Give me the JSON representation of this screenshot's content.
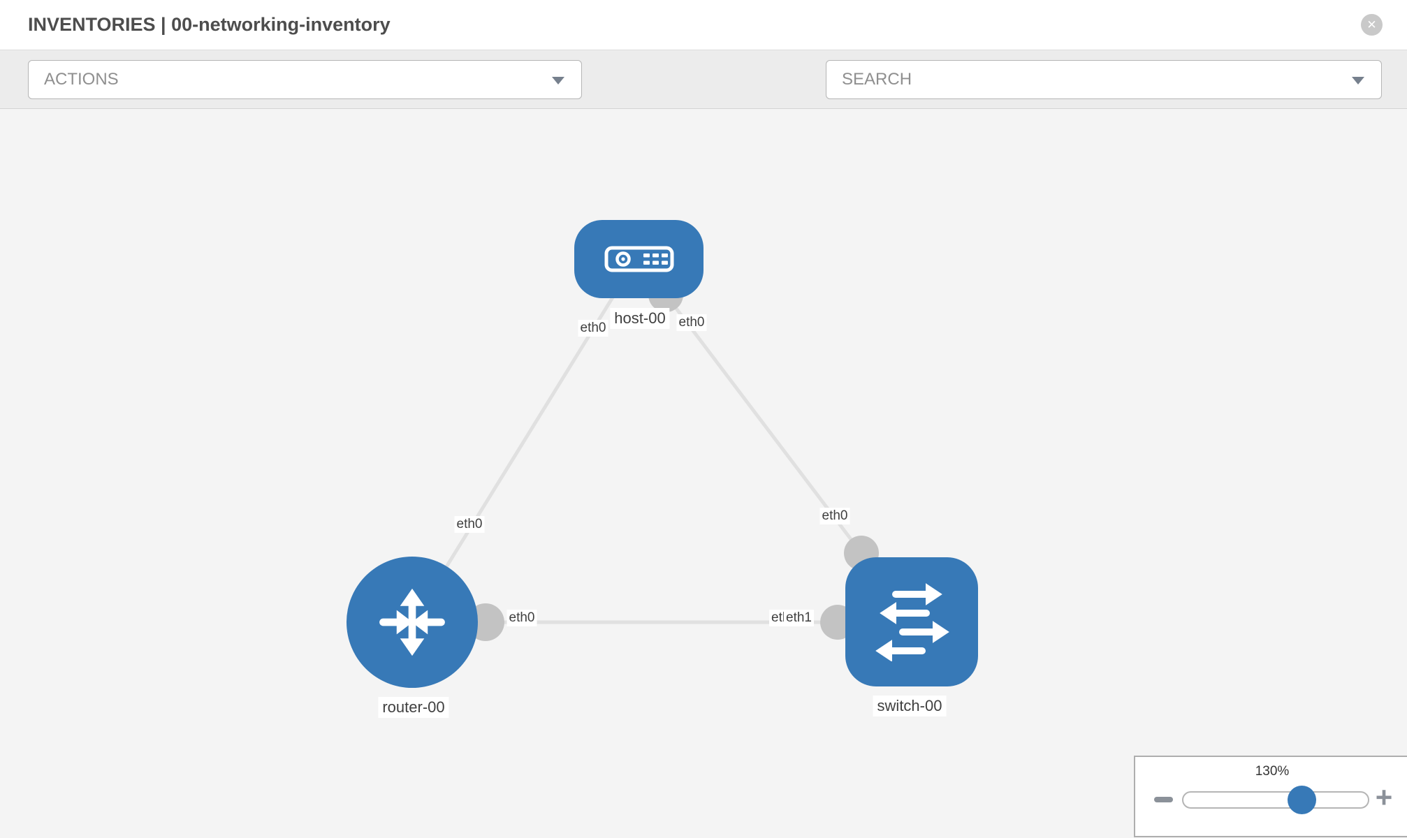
{
  "header": {
    "title": "INVENTORIES | 00-networking-inventory",
    "close_glyph": "✕"
  },
  "toolbar": {
    "actions_label": "ACTIONS",
    "search_label": "SEARCH",
    "tool_icons": [
      "wrench-icon",
      "key-icon"
    ]
  },
  "topology": {
    "nodes": [
      {
        "id": "host-00",
        "type": "host",
        "label": "host-00"
      },
      {
        "id": "router-00",
        "type": "router",
        "label": "router-00"
      },
      {
        "id": "switch-00",
        "type": "switch",
        "label": "switch-00"
      }
    ],
    "links": [
      {
        "source": "host-00",
        "target": "router-00",
        "source_interface": "eth0",
        "target_interface": "eth0"
      },
      {
        "source": "host-00",
        "target": "switch-00",
        "source_interface": "eth0",
        "target_interface": "eth0"
      },
      {
        "source": "router-00",
        "target": "switch-00",
        "source_interface": "eth0",
        "target_interface": "eth1",
        "occluded_interface": "eth0"
      }
    ]
  },
  "zoom_control": {
    "level": "130%",
    "minus_glyph": "",
    "plus_glyph": "+",
    "thumb_percent": 64
  },
  "colors": {
    "accent": "#3779b7",
    "link": "#e0e0e0",
    "connector": "#c3c3c3",
    "canvas": "#f4f4f4",
    "toolbar": "#ececec",
    "icon-gray": "#868d97",
    "label-text": "#3f3f3f",
    "muted-text": "#8f8f8f"
  }
}
